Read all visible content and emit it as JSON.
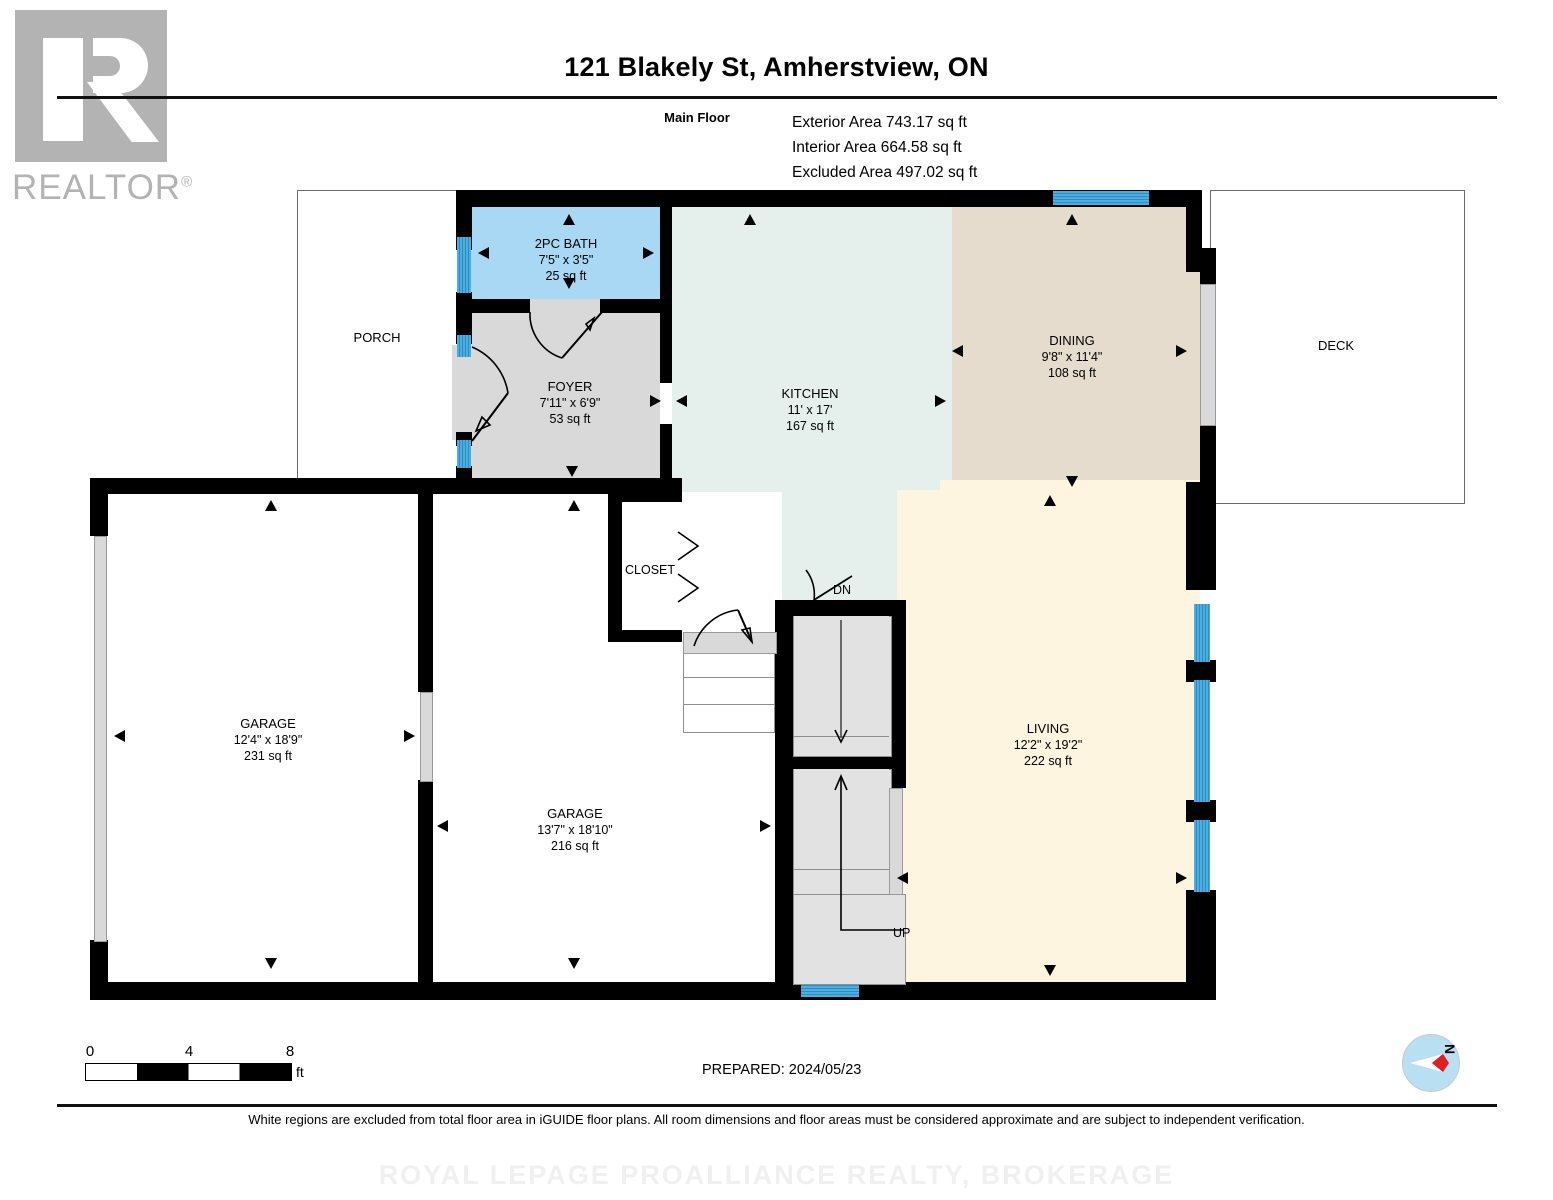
{
  "logo": {
    "text": "REALTOR",
    "registered": "®"
  },
  "header": {
    "title": "121 Blakely St, Amherstview, ON",
    "floor_label": "Main Floor",
    "exterior_area": "Exterior Area 743.17 sq ft",
    "interior_area": "Interior Area 664.58 sq ft",
    "excluded_area": "Excluded Area 497.02 sq ft"
  },
  "rooms": [
    {
      "name": "2PC BATH",
      "dim": "7'5\" x 3'5\"",
      "area": "25 sq ft",
      "color": "#a9d8f5"
    },
    {
      "name": "FOYER",
      "dim": "7'11\" x 6'9\"",
      "area": "53 sq ft",
      "color": "#d9d9d9"
    },
    {
      "name": "KITCHEN",
      "dim": "11' x 17'",
      "area": "167 sq ft",
      "color": "#e5f0ec"
    },
    {
      "name": "DINING",
      "dim": "9'8\" x 11'4\"",
      "area": "108 sq ft",
      "color": "#e6dccd"
    },
    {
      "name": "LIVING",
      "dim": "12'2\" x 19'2\"",
      "area": "222 sq ft",
      "color": "#fdf5e0"
    },
    {
      "name": "GARAGE",
      "dim": "12'4\" x 18'9\"",
      "area": "231 sq ft",
      "color": "#ffffff"
    },
    {
      "name": "GARAGE",
      "dim": "13'7\" x 18'10\"",
      "area": "216 sq ft",
      "color": "#ffffff"
    },
    {
      "name": "CLOSET",
      "dim": "",
      "area": "",
      "color": "#ecdfcd"
    },
    {
      "name": "PORCH",
      "dim": "",
      "area": "",
      "color": "#ffffff"
    },
    {
      "name": "DECK",
      "dim": "",
      "area": "",
      "color": "#ffffff"
    }
  ],
  "stair_markers": {
    "down": "DN",
    "up": "UP"
  },
  "scale": {
    "ticks": [
      "0",
      "4",
      "8"
    ],
    "unit": "ft"
  },
  "prepared": "PREPARED: 2024/05/23",
  "disclaimer": "White regions are excluded from total floor area in iGUIDE floor plans. All room dimensions and floor areas must be considered approximate and are subject to independent verification.",
  "brokerage": "ROYAL LEPAGE PROALLIANCE REALTY, BROKERAGE",
  "compass": {
    "north_label": "N"
  },
  "palette": {
    "wall": "#000000",
    "window": "#4aaee0",
    "bath": "#a9d8f5",
    "foyer": "#d9d9d9",
    "kitchen": "#e5f0ec",
    "dining": "#e6dccd",
    "living": "#fdf5e0",
    "closet": "#ecdfcd"
  }
}
